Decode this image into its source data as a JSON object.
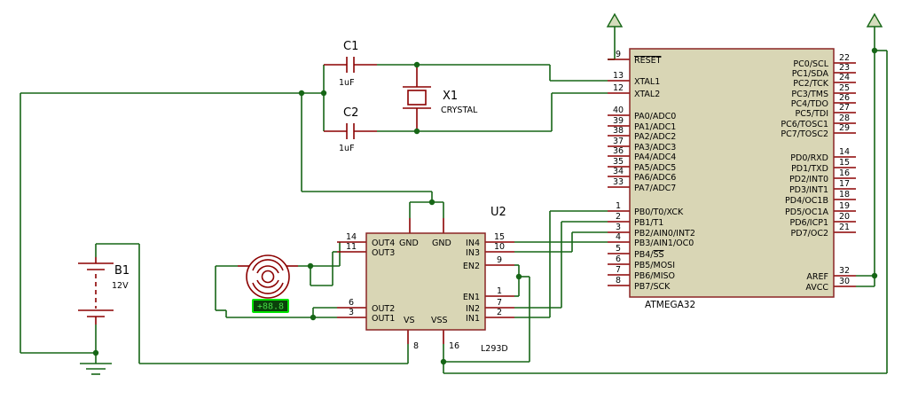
{
  "colors": {
    "canvas": "#ffffff",
    "wire_green": "#166616",
    "pin_maroon": "#8b0000",
    "body_fill": "#d9d6b5",
    "body_stroke": "#8b2525",
    "display_border": "#00e400",
    "display_bg": "#0a420a",
    "display_text": "#44d944",
    "arrow_fill": "#d4dcbc"
  },
  "components": {
    "c1": {
      "ref": "C1",
      "value": "1uF"
    },
    "c2": {
      "ref": "C2",
      "value": "1uF"
    },
    "x1": {
      "ref": "X1",
      "value": "CRYSTAL"
    },
    "b1": {
      "ref": "B1",
      "value": "12V"
    },
    "motor": {
      "display_value": "+88.8"
    },
    "u2": {
      "ref": "U2",
      "part": "L293D",
      "left_pins": [
        {
          "num": "14",
          "name": "OUT4"
        },
        {
          "num": "11",
          "name": "OUT3"
        },
        {
          "num": "6",
          "name": "OUT2"
        },
        {
          "num": "3",
          "name": "OUT1"
        }
      ],
      "right_pins": [
        {
          "num": "15",
          "name": "IN4"
        },
        {
          "num": "10",
          "name": "IN3"
        },
        {
          "num": "9",
          "name": "EN2"
        },
        {
          "num": "1",
          "name": "EN1"
        },
        {
          "num": "7",
          "name": "IN2"
        },
        {
          "num": "2",
          "name": "IN1"
        }
      ],
      "top_pins": [
        {
          "name": "GND"
        },
        {
          "name": "GND"
        }
      ],
      "bottom_pins": [
        {
          "num": "8",
          "name": "VS"
        },
        {
          "num": "16",
          "name": "VSS"
        }
      ]
    },
    "u1": {
      "part": "ATMEGA32",
      "left_pins": [
        {
          "num": "9",
          "name": "",
          "over": "RESET"
        },
        {
          "num": "13",
          "name": "XTAL1"
        },
        {
          "num": "12",
          "name": "XTAL2"
        },
        {
          "num": "40",
          "name": "PA0/ADC0"
        },
        {
          "num": "39",
          "name": "PA1/ADC1"
        },
        {
          "num": "38",
          "name": "PA2/ADC2"
        },
        {
          "num": "37",
          "name": "PA3/ADC3"
        },
        {
          "num": "36",
          "name": "PA4/ADC4"
        },
        {
          "num": "35",
          "name": "PA5/ADC5"
        },
        {
          "num": "34",
          "name": "PA6/ADC6"
        },
        {
          "num": "33",
          "name": "PA7/ADC7"
        },
        {
          "num": "1",
          "name": "PB0/T0/XCK"
        },
        {
          "num": "2",
          "name": "PB1/T1"
        },
        {
          "num": "3",
          "name": "PB2/AIN0/INT2"
        },
        {
          "num": "4",
          "name": "PB3/AIN1/OC0"
        },
        {
          "num": "5",
          "name": "PB4/",
          "over": "SS"
        },
        {
          "num": "6",
          "name": "PB5/MOSI"
        },
        {
          "num": "7",
          "name": "PB6/MISO"
        },
        {
          "num": "8",
          "name": "PB7/SCK"
        }
      ],
      "right_pins": [
        {
          "num": "22",
          "name": "PC0/SCL"
        },
        {
          "num": "23",
          "name": "PC1/SDA"
        },
        {
          "num": "24",
          "name": "PC2/TCK"
        },
        {
          "num": "25",
          "name": "PC3/TMS"
        },
        {
          "num": "26",
          "name": "PC4/TDO"
        },
        {
          "num": "27",
          "name": "PC5/TDI"
        },
        {
          "num": "28",
          "name": "PC6/TOSC1"
        },
        {
          "num": "29",
          "name": "PC7/TOSC2"
        },
        {
          "num": "14",
          "name": "PD0/RXD"
        },
        {
          "num": "15",
          "name": "PD1/TXD"
        },
        {
          "num": "16",
          "name": "PD2/INT0"
        },
        {
          "num": "17",
          "name": "PD3/INT1"
        },
        {
          "num": "18",
          "name": "PD4/OC1B"
        },
        {
          "num": "19",
          "name": "PD5/OC1A"
        },
        {
          "num": "20",
          "name": "PD6/ICP1"
        },
        {
          "num": "21",
          "name": "PD7/OC2"
        },
        {
          "num": "32",
          "name": "AREF"
        },
        {
          "num": "30",
          "name": "AVCC"
        }
      ]
    }
  }
}
